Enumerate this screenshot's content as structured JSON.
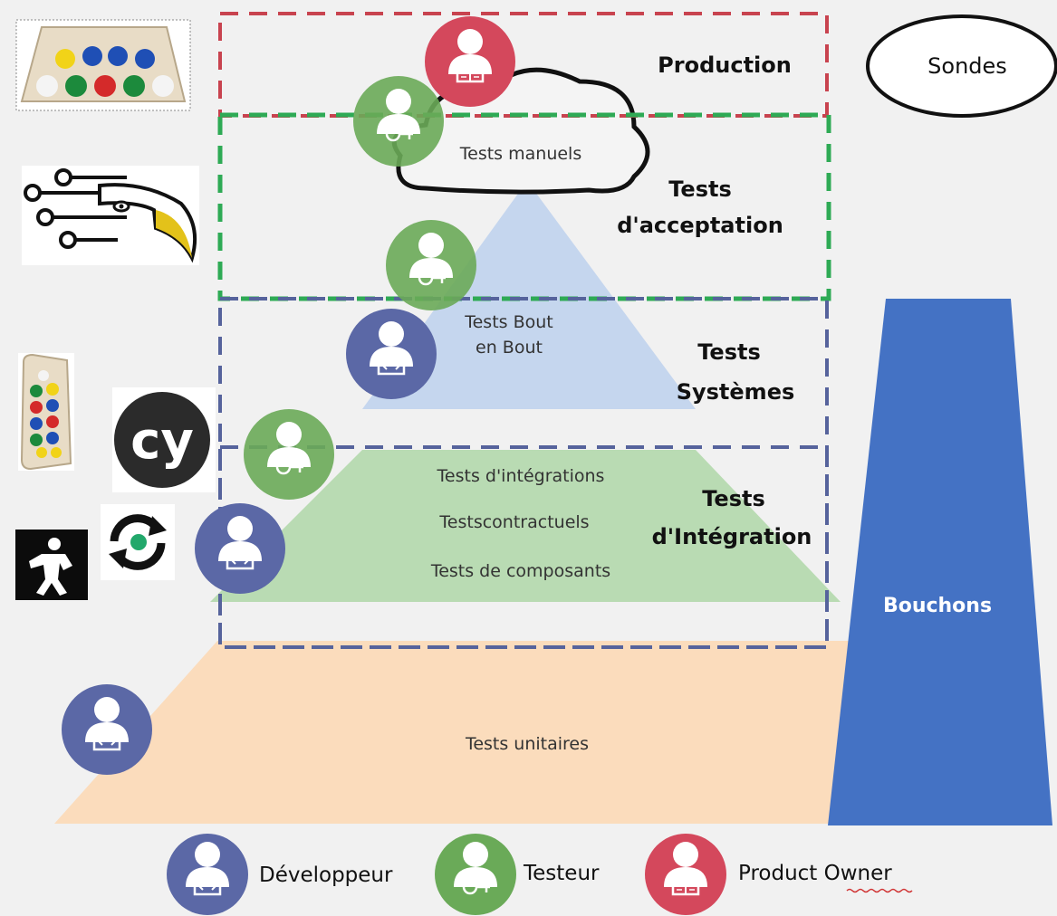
{
  "zones": {
    "production": "Production",
    "acceptance_1": "Tests",
    "acceptance_2": "d'acceptation",
    "systems_1": "Tests",
    "systems_2": "Systèmes",
    "integration_1": "Tests",
    "integration_2": "d'Intégration"
  },
  "sondes": "Sondes",
  "bouchons": "Bouchons",
  "cloud_label": "Tests manuels",
  "pyramid": {
    "e2e_1": "Tests Bout",
    "e2e_2": "en Bout",
    "integration_items": [
      "Tests d'intégrations",
      "Testscontractuels",
      "Tests de composants"
    ],
    "unit": "Tests unitaires"
  },
  "logos": {
    "cypress_text": "cy"
  },
  "legend": {
    "developer": "Développeur",
    "tester": "Testeur",
    "product_owner": "Product Owner"
  },
  "colors": {
    "developer": "#5b68a6",
    "tester": "#6aaa58",
    "product_owner": "#d4485c",
    "production_border": "#c8434f",
    "acceptance_border": "#2eaa55",
    "systems_border": "#56639c",
    "bouchons": "#4472c4",
    "unit_layer": "#fbdcbc"
  }
}
